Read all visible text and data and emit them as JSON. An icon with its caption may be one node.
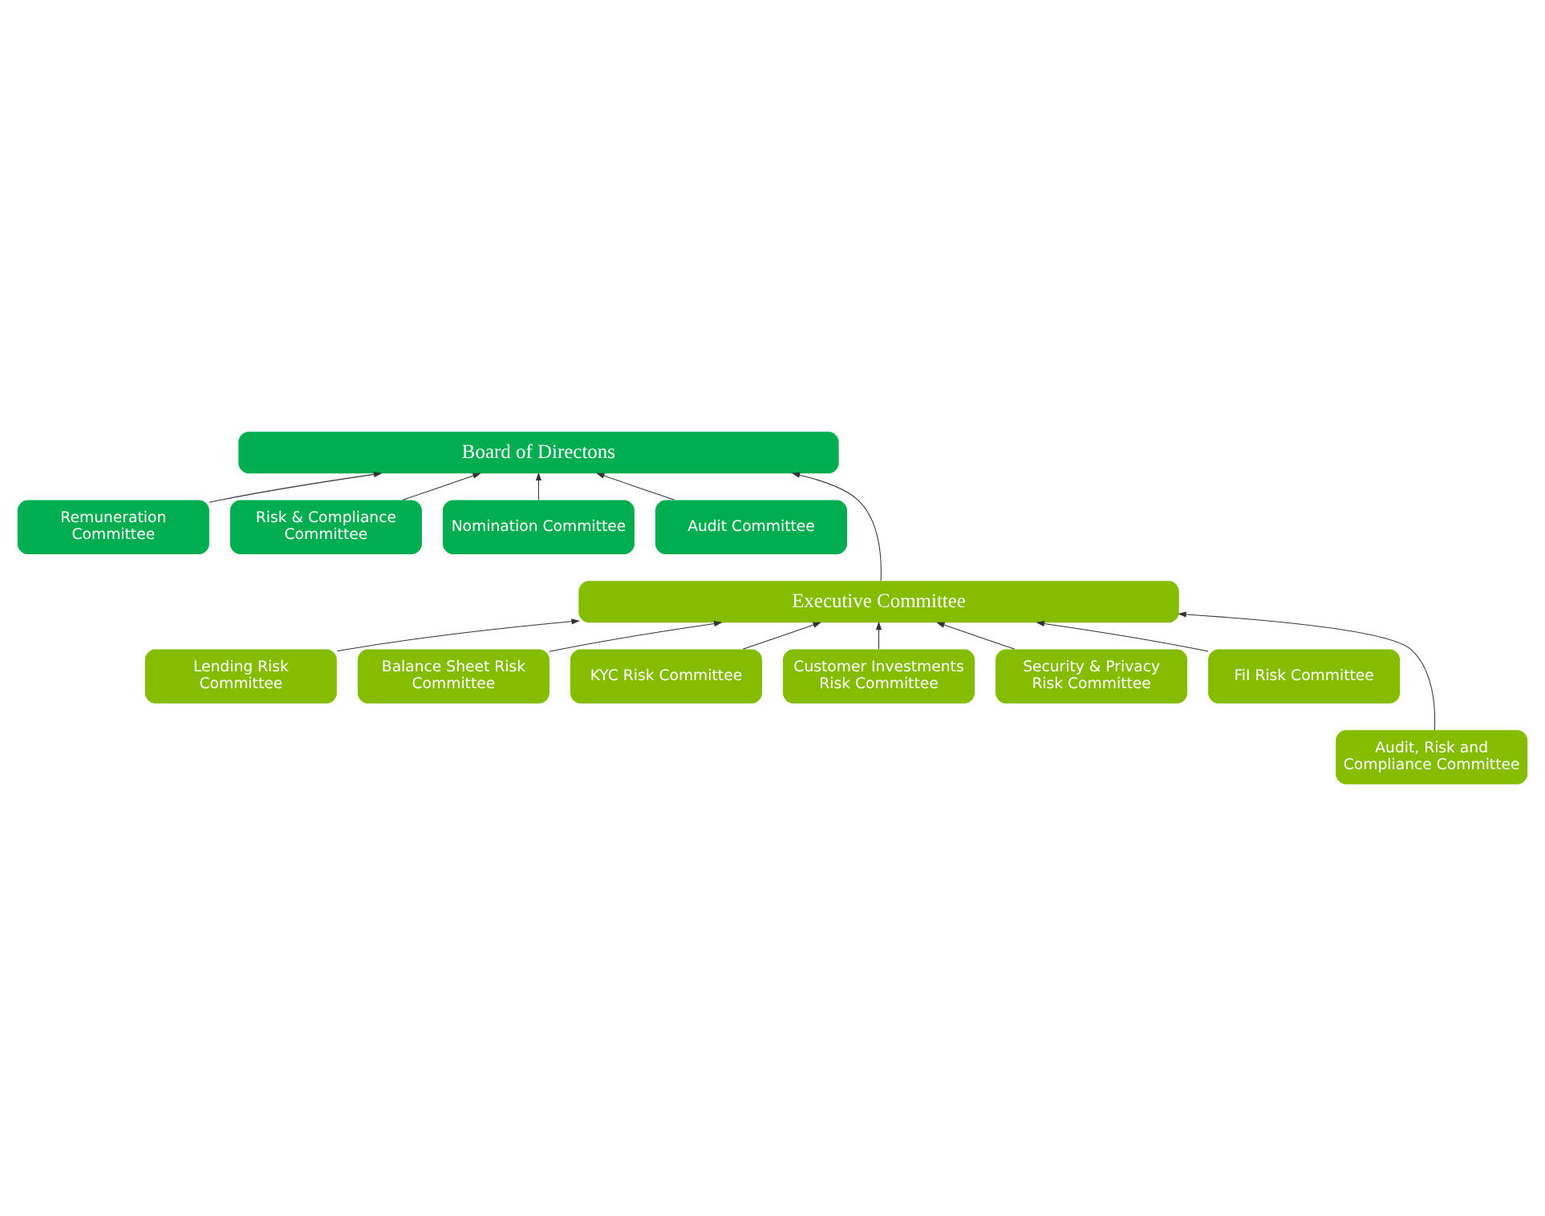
{
  "diagram": {
    "nodes": [
      {
        "text": [
          "Board of Directons"
        ]
      },
      {
        "text": [
          "Remuneration Committee"
        ]
      },
      {
        "text": [
          "Risk & Compliance Committee"
        ]
      },
      {
        "text": [
          "Nomination Committee"
        ]
      },
      {
        "text": [
          "Audit Committee"
        ]
      },
      {
        "text": [
          "Executive Committee"
        ]
      },
      {
        "text": [
          "Lending Risk Committee"
        ]
      },
      {
        "text": [
          "Balance Sheet Risk Committee"
        ]
      },
      {
        "text": [
          "KYC Risk Committee"
        ]
      },
      {
        "text": [
          "Customer Investments Risk Committee"
        ]
      },
      {
        "text": [
          "Security & Privacy Risk Committee"
        ]
      },
      {
        "text": [
          "FiI Risk Committee"
        ]
      },
      {
        "text": [
          "Audit, Risk and Compliance Committee"
        ]
      }
    ],
    "edges": [
      {
        "from": 5,
        "to": 0,
        "arrow": "to"
      },
      {
        "from": 1,
        "to": 0,
        "arrow": "to"
      },
      {
        "from": 2,
        "to": 0,
        "arrow": "to"
      },
      {
        "from": 3,
        "to": 0,
        "arrow": "to"
      },
      {
        "from": 4,
        "to": 0,
        "arrow": "to"
      },
      {
        "from": 12,
        "to": 5,
        "arrow": "to"
      },
      {
        "from": 6,
        "to": 5,
        "arrow": "to"
      },
      {
        "from": 7,
        "to": 5,
        "arrow": "to"
      },
      {
        "from": 8,
        "to": 5,
        "arrow": "to"
      },
      {
        "from": 9,
        "to": 5,
        "arrow": "to"
      },
      {
        "from": 10,
        "to": 5,
        "arrow": "to"
      },
      {
        "from": 11,
        "to": 5,
        "arrow": "to"
      }
    ]
  }
}
